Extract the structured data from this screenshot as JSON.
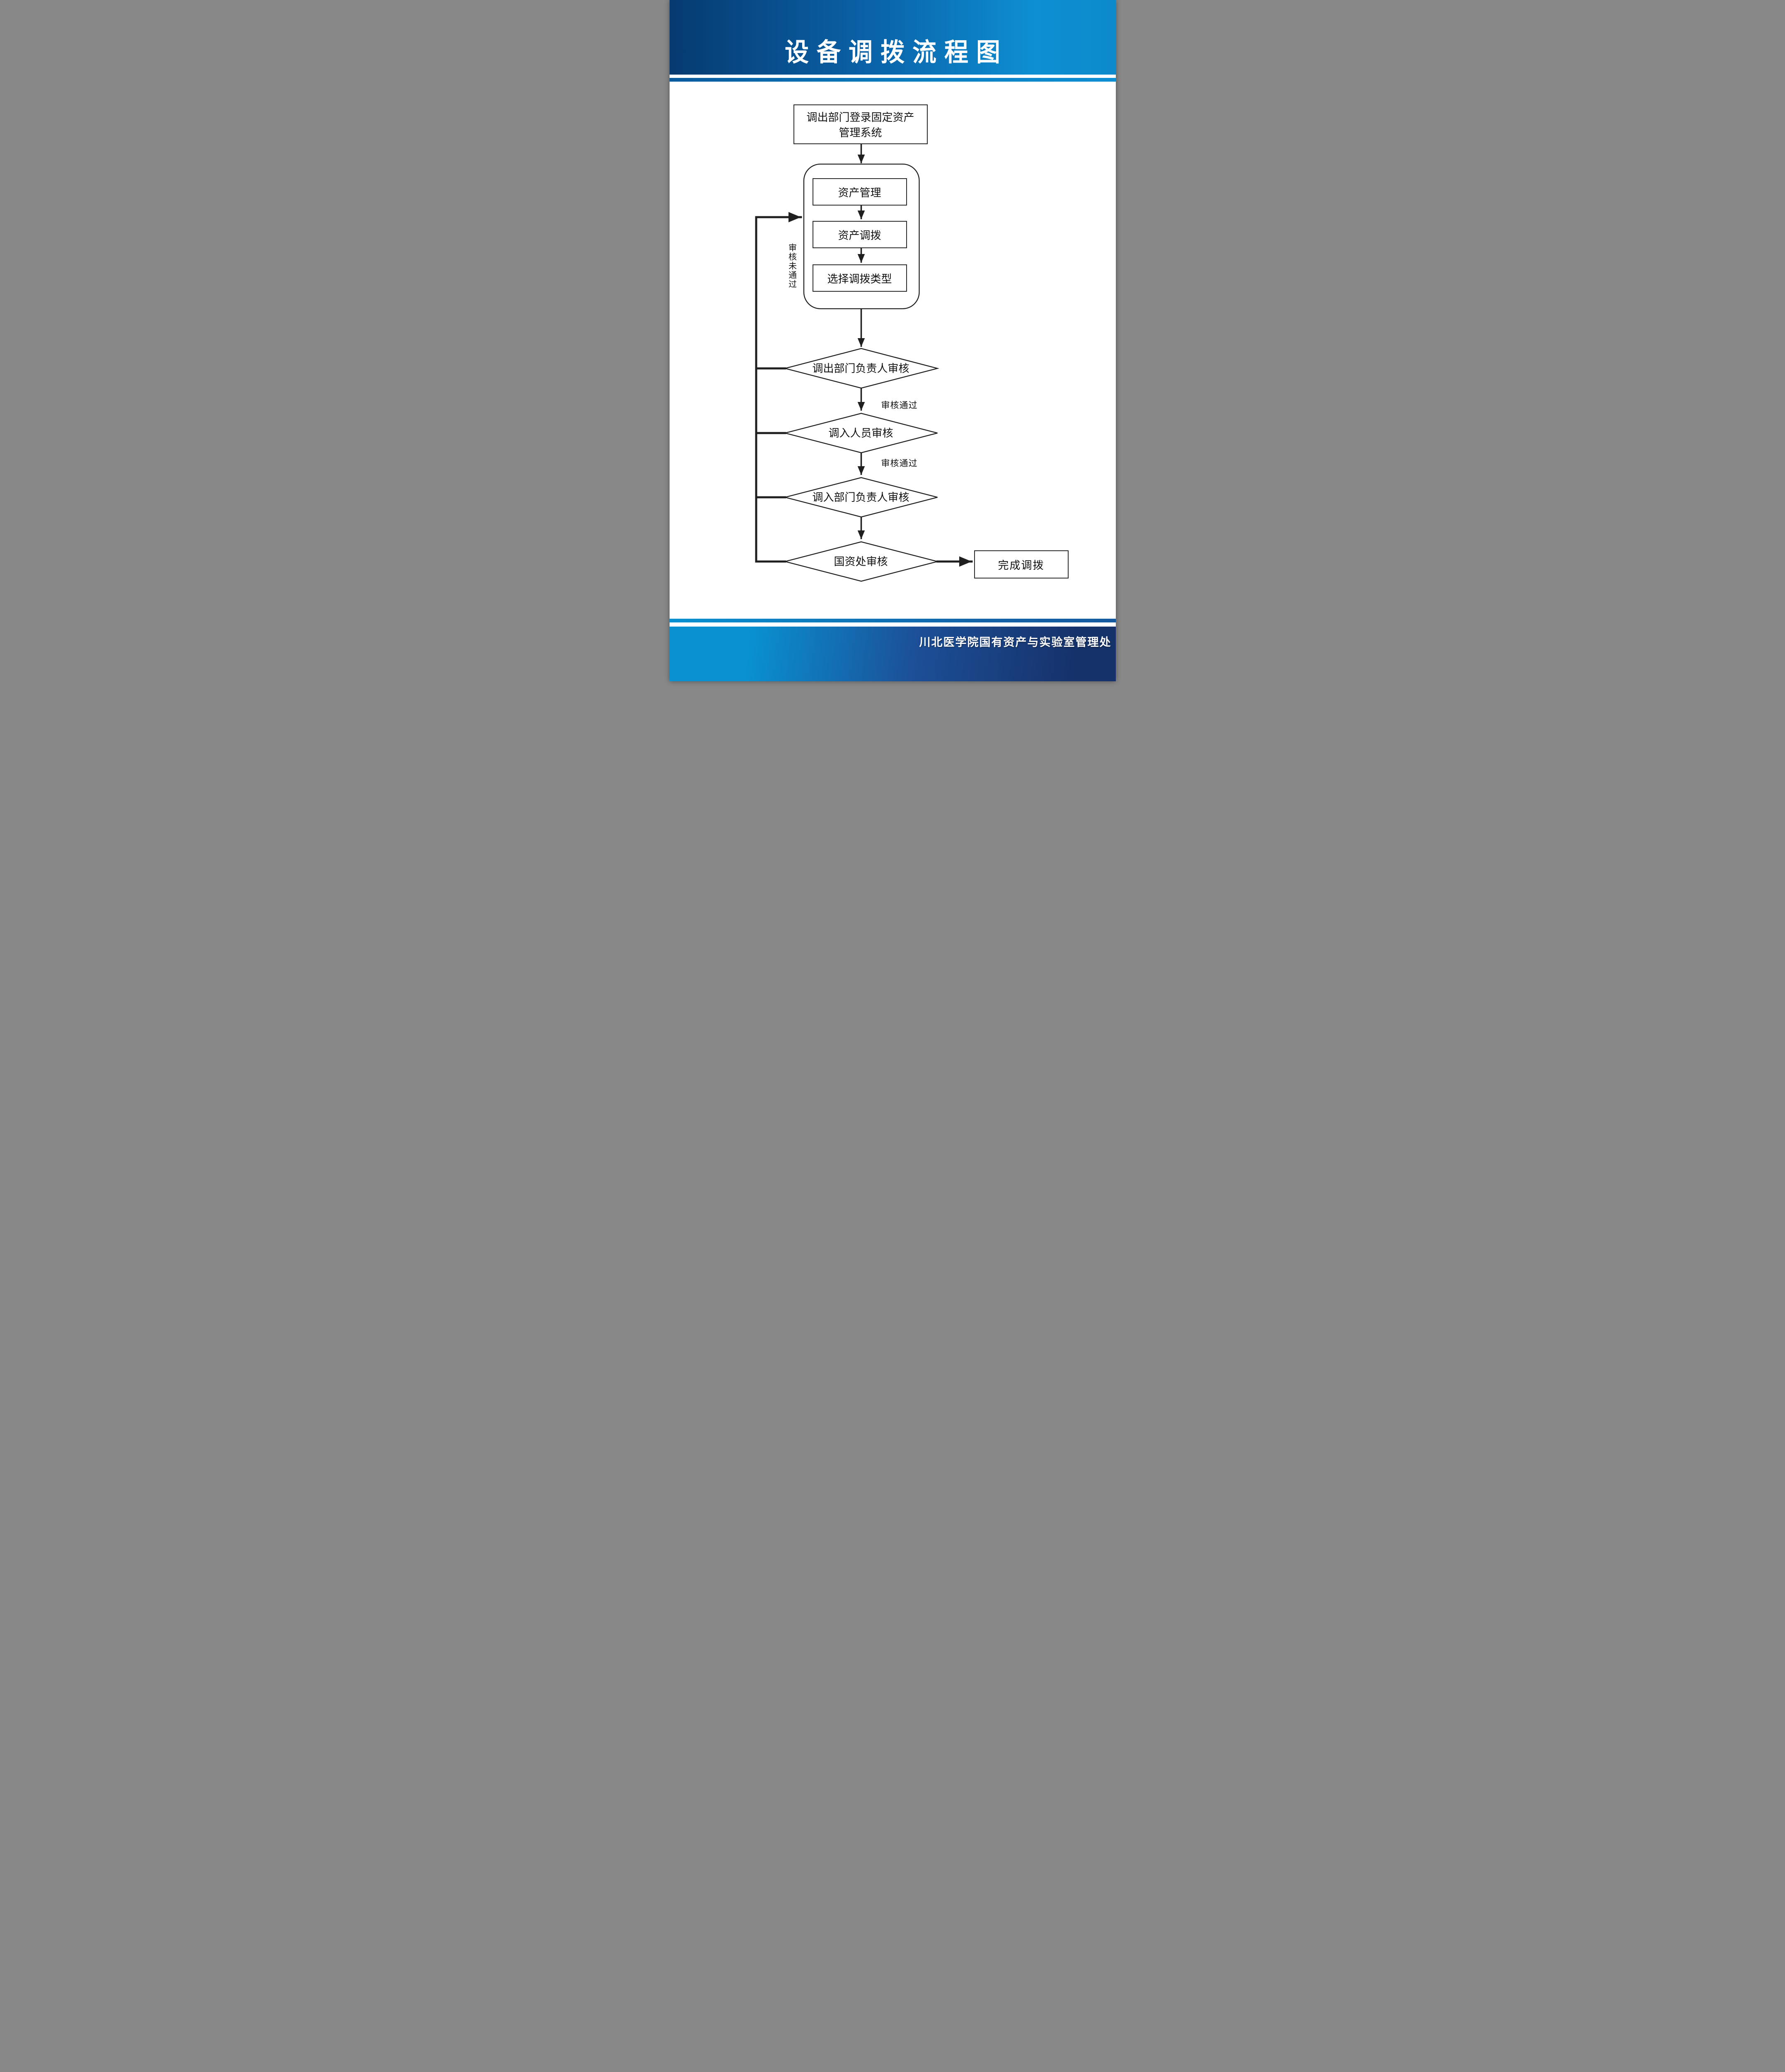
{
  "title": "设备调拨流程图",
  "flow": {
    "start": {
      "line1": "调出部门登录固定资产",
      "line2": "管理系统"
    },
    "steps": [
      "资产管理",
      "资产调拨",
      "选择调拨类型"
    ],
    "diamonds": [
      "调出部门负责人审核",
      "调入人员审核",
      "调入部门负责人审核",
      "国资处审核"
    ],
    "end": "完成调拨",
    "pass_label": "审核通过",
    "fail_label": "审核未通过"
  },
  "footer": {
    "org": "川北医学院国有资产与实验室管理处"
  },
  "colors": {
    "header_dark": "#063a70",
    "header_mid": "#0a62a8",
    "header_light": "#0e8fd3",
    "footer_dark": "#16326b",
    "footer_mid": "#1c4f97",
    "footer_light": "#0991d1",
    "line": "#1f1f1f",
    "ink": "#111111"
  }
}
